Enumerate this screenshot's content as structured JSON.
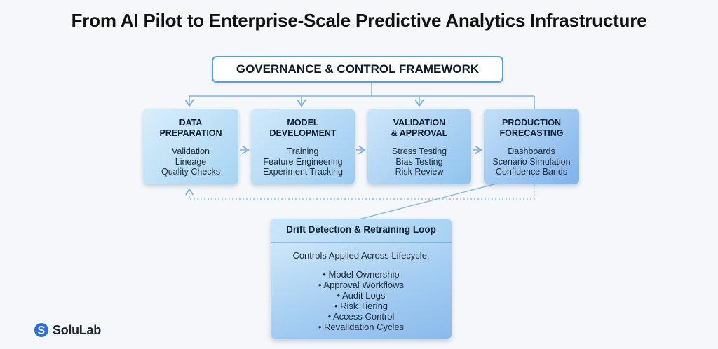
{
  "title": "From AI Pilot to Enterprise-Scale Predictive Analytics Infrastructure",
  "governance_label": "GOVERNANCE & CONTROL FRAMEWORK",
  "stages": [
    {
      "title": "DATA\nPREPARATION",
      "items": [
        "Validation",
        "Lineage",
        "Quality Checks"
      ]
    },
    {
      "title": "MODEL\nDEVELOPMENT",
      "items": [
        "Training",
        "Feature Engineering",
        "Experiment Tracking"
      ]
    },
    {
      "title": "VALIDATION\n& APPROVAL",
      "items": [
        "Stress Testing",
        "Bias Testing",
        "Risk Review"
      ]
    },
    {
      "title": "PRODUCTION\nFORECASTING",
      "items": [
        "Dashboards",
        "Scenario Simulation",
        "Confidence Bands"
      ]
    }
  ],
  "drift": {
    "title": "Drift Detection & Retraining Loop",
    "subtitle": "Controls Applied Across Lifecycle:",
    "controls": [
      "• Model Ownership",
      "• Approval Workflows",
      "• Audit Logs",
      "• Risk Tiering",
      "• Access Control",
      "• Revalidation Cycles"
    ]
  },
  "logo": {
    "text": "SoluLab",
    "icon": "solulab-logo-icon",
    "color": "#2a6fe0"
  },
  "colors": {
    "accent": "#5a9fd4",
    "connector": "#7fb3de"
  }
}
